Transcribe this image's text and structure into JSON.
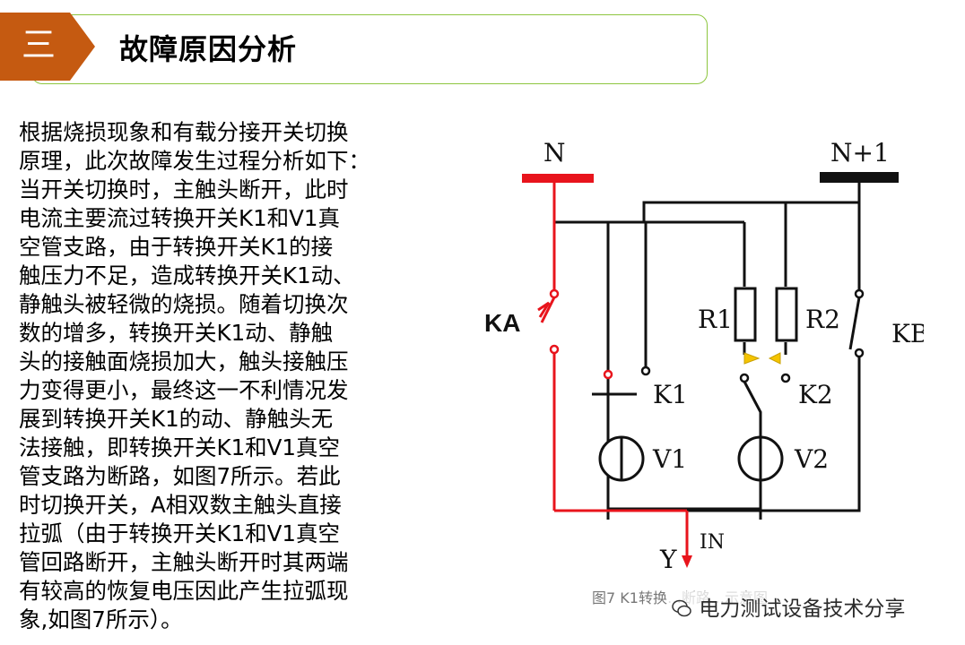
{
  "header": {
    "section_number": "三",
    "title": "故障原因分析"
  },
  "body": {
    "paragraph": "根据烧损现象和有载分接开关切换\n原理，此次故障发生过程分析如下：\n当开关切换时，主触头断开，此时\n电流主要流过转换开关K1和V1真\n空管支路，由于转换开关K1的接\n触压力不足，造成转换开关K1动、\n静触头被轻微的烧损。随着切换次\n数的增多，转换开关K1动、静触\n头的接触面烧损加大，触头接触压\n力变得更小，最终这一不利情况发\n展到转换开关K1的动、静触头无\n法接触，即转换开关K1和V1真空\n管支路为断路，如图7所示。若此\n时切换开关，A相双数主触头直接\n拉弧（由于转换开关K1和V1真空\n管回路断开，主触头断开时其两端\n有较高的恢复电压因此产生拉弧现\n象,如图7所示）。"
  },
  "diagram": {
    "labels": {
      "n": "N",
      "n_plus_1": "N+1",
      "ka": "KA",
      "kb": "KB",
      "r1": "R1",
      "r2": "R2",
      "k1": "K1",
      "k2": "K2",
      "v1": "V1",
      "v2": "V2",
      "y": "Y",
      "current": "IN"
    },
    "colors": {
      "fault_path": "#e8141c",
      "wire": "#111111",
      "arc": "#f5c400",
      "section_tab": "#c55a11",
      "header_border": "#8dc63f"
    }
  },
  "caption": "图7 K1转换…断路…示意图",
  "watermark": "电力测试设备技术分享"
}
